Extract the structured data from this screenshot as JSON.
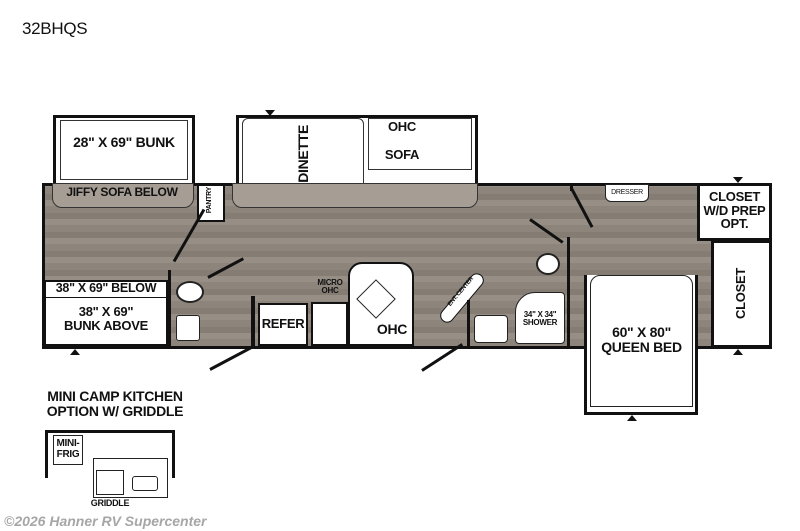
{
  "title": "32BHQS",
  "colors": {
    "floor": "#8d857c",
    "wall": "#111111",
    "fixture": "#ffffff",
    "sofa": "#a69e95"
  },
  "rooms": {
    "bunk_slide": "28\" X 69\" BUNK",
    "jiffy_sofa": "JIFFY SOFA BELOW",
    "pantry": "PANTRY",
    "dinette": "DINETTE",
    "sofa_ohc": "OHC",
    "sofa": "SOFA",
    "bunk_below": "38\" X 69\" BELOW",
    "bunk_above": "38\" X 69\"\nBUNK ABOVE",
    "refer": "REFER",
    "micro_ohc": "MICRO\nOHC",
    "kitchen_ohc": "OHC",
    "ent_center": "ENT. CENTER",
    "shower": "34\" X 34\"\nSHOWER",
    "dresser": "DRESSER",
    "queen_bed": "60\" X 80\"\nQUEEN BED",
    "closet_wd": "CLOSET\nW/D PREP\nOPT.",
    "closet": "CLOSET"
  },
  "option": {
    "title": "MINI CAMP KITCHEN\nOPTION W/ GRIDDLE",
    "mini_frig": "MINI-\nFRIG",
    "griddle": "GRIDDLE"
  },
  "watermark": "©2026 Hanner RV Supercenter"
}
